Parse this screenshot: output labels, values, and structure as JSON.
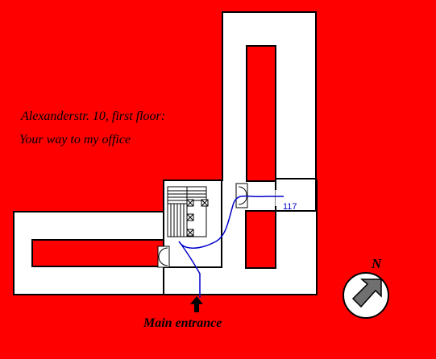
{
  "map": {
    "title_line1": "Alexanderstr. 10, first floor:",
    "title_line2": "Your way to my office",
    "room_number": "117",
    "entrance_label": "Main entrance",
    "compass_label": "N"
  },
  "colors": {
    "background": "#ff0000",
    "floor": "#ffffff",
    "walls": "#000000",
    "route": "#0000cc",
    "compass_arrow": "#707070"
  }
}
